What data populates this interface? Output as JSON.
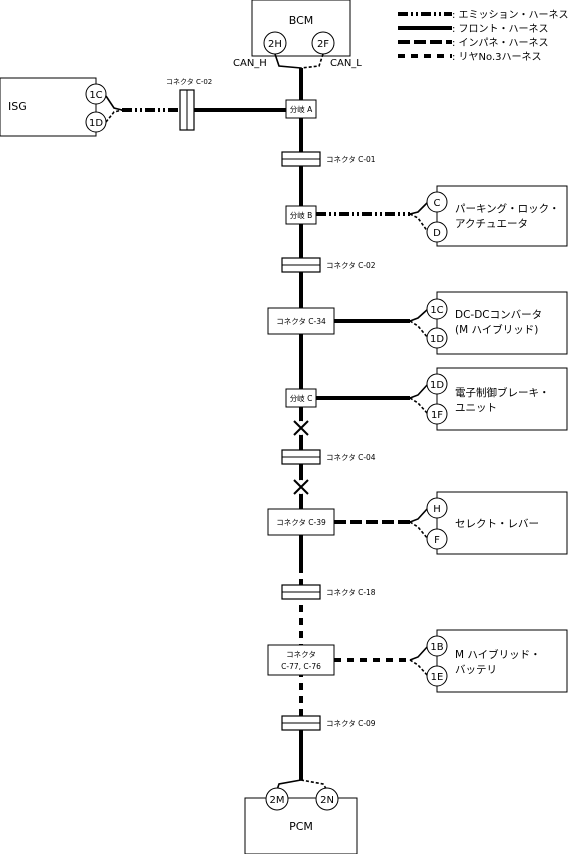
{
  "legend": {
    "emission": ": エミッション・ハーネス",
    "front": ": フロント・ハーネス",
    "inpane": ": インパネ・ハーネス",
    "rear": ": リヤNo.3ハーネス"
  },
  "bcm": {
    "label": "BCM",
    "pin_left": "2H",
    "pin_right": "2F",
    "can_h": "CAN_H",
    "can_l": "CAN_L"
  },
  "isg": {
    "label": "ISG",
    "pin_top": "1C",
    "pin_bottom": "1D",
    "connector": "コネクタ C-02"
  },
  "branch_a": "分岐 A",
  "branch_b": "分岐 B",
  "branch_c": "分岐 C",
  "connectors": {
    "c01": "コネクタ C-01",
    "c02": "コネクタ C-02",
    "c34": "コネクタ C-34",
    "c04": "コネクタ C-04",
    "c39": "コネクタ C-39",
    "c18": "コネクタ C-18",
    "c77_line1": "コネクタ",
    "c77_line2": "C-77, C-76",
    "c09": "コネクタ C-09"
  },
  "parking": {
    "line1": "パーキング・ロック・",
    "line2": "アクチュエータ",
    "pin_top": "C",
    "pin_bottom": "D"
  },
  "dcdc": {
    "line1": "DC-DCコンバータ",
    "line2": "(M ハイブリッド)",
    "pin_top": "1C",
    "pin_bottom": "1D"
  },
  "brake": {
    "line1": "電子制御ブレーキ・",
    "line2": "ユニット",
    "pin_top": "1D",
    "pin_bottom": "1F"
  },
  "select": {
    "line1": "セレクト・レバー",
    "pin_top": "H",
    "pin_bottom": "F"
  },
  "battery": {
    "line1": "M ハイブリッド・",
    "line2": "バッテリ",
    "pin_top": "1B",
    "pin_bottom": "1E"
  },
  "pcm": {
    "label": "PCM",
    "pin_left": "2M",
    "pin_right": "2N"
  }
}
